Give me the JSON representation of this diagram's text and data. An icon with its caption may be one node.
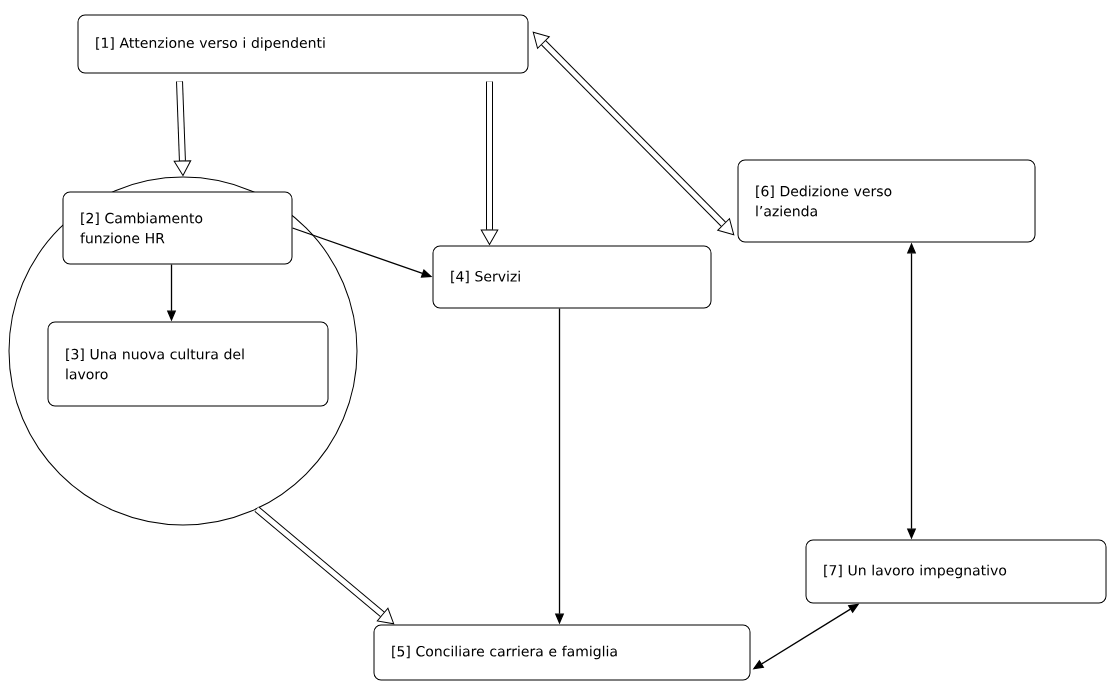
{
  "diagram": {
    "nodes": [
      {
        "text": [
          "[1] Attenzione verso i dipendenti"
        ]
      },
      {
        "text": [],
        "shape": "circle"
      },
      {
        "text": [
          "[2] Cambiamento funzione HR"
        ],
        "in": 1
      },
      {
        "text": [
          "[3] Una nuova cultura del lavoro"
        ],
        "in": 1
      },
      {
        "text": [
          "[4] Servizi"
        ]
      },
      {
        "text": [
          "[5] Conciliare carriera e famiglia"
        ]
      },
      {
        "text": [
          "[6] Dedizione verso l’azienda"
        ]
      },
      {
        "text": [
          "[7] Un lavoro impegnativo"
        ]
      }
    ],
    "edges": [
      {
        "from": 0,
        "to": 1,
        "arrow": "to",
        "style": "thick"
      },
      {
        "from": 0,
        "to": 4,
        "arrow": "to",
        "style": "thick"
      },
      {
        "from": 0,
        "to": 6,
        "arrow": "both",
        "style": "thick"
      },
      {
        "from": 1,
        "to": 5,
        "arrow": "to",
        "style": "thick"
      },
      {
        "from": 2,
        "to": 4,
        "arrow": "to"
      },
      {
        "from": 2,
        "to": 3,
        "arrow": "to"
      },
      {
        "from": 4,
        "to": 5,
        "arrow": "to"
      },
      {
        "from": 6,
        "to": 7,
        "arrow": "both"
      },
      {
        "from": 5,
        "to": 7,
        "arrow": "both"
      }
    ]
  }
}
